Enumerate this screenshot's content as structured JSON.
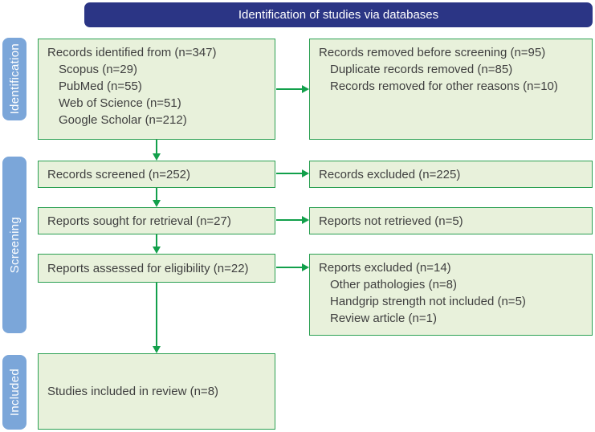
{
  "header": {
    "title": "Identification of studies via databases"
  },
  "side_labels": {
    "identification": "Identification",
    "screening": "Screening",
    "included": "Included"
  },
  "boxes": {
    "records_identified": {
      "title": "Records identified from (n=347)",
      "items": [
        "Scopus (n=29)",
        "PubMed (n=55)",
        "Web of Science (n=51)",
        "Google Scholar (n=212)"
      ]
    },
    "records_removed": {
      "title": "Records removed before screening (n=95)",
      "items": [
        "Duplicate records removed (n=85)",
        "Records removed for other reasons (n=10)"
      ]
    },
    "records_screened": {
      "title": "Records screened (n=252)"
    },
    "records_excluded": {
      "title": "Records excluded (n=225)"
    },
    "reports_sought": {
      "title": "Reports sought for retrieval (n=27)"
    },
    "reports_not_retrieved": {
      "title": "Reports not retrieved (n=5)"
    },
    "reports_assessed": {
      "title": "Reports assessed for eligibility (n=22)"
    },
    "reports_excluded": {
      "title": "Reports excluded (n=14)",
      "items": [
        "Other pathologies (n=8)",
        "Handgrip strength not included (n=5)",
        "Review article (n=1)"
      ]
    },
    "studies_included": {
      "title": "Studies included in review (n=8)"
    }
  },
  "palette": {
    "header_bg": "#2b3585",
    "stage_label_bg": "#7ba6d9",
    "box_fill": "#e8f1db",
    "box_border": "#2ba052",
    "arrow": "#12a04b",
    "text": "#3f3f3f"
  }
}
